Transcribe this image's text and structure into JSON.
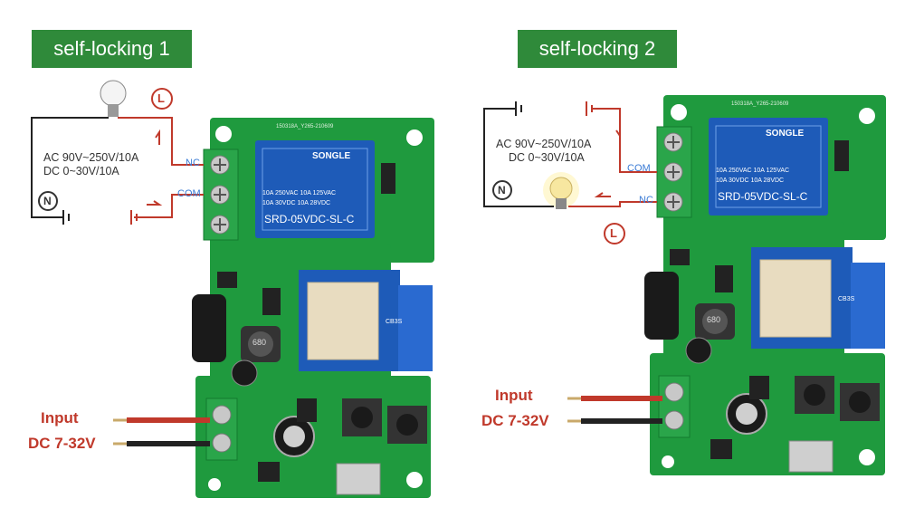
{
  "left": {
    "title": "self-locking 1",
    "ac_line1": "AC 90V~250V/10A",
    "ac_line2": "DC 0~30V/10A",
    "nc": "NC",
    "com": "COM",
    "l_symbol": "L",
    "n_symbol": "N",
    "input_label": "Input",
    "dc_label": "DC 7-32V",
    "relay_brand": "SONGLE",
    "relay_line1": "10A 250VAC  10A 125VAC",
    "relay_line2": "10A  30VDC  10A  28VDC",
    "relay_model": "SRD-05VDC-SL-C",
    "pcb_code": "150318A_Y265-210609",
    "inductor": "680",
    "module_label": "CB3S"
  },
  "right": {
    "title": "self-locking 2",
    "ac_line1": "AC 90V~250V/10A",
    "ac_line2": "DC 0~30V/10A",
    "com": "COM",
    "nc": "NC",
    "l_symbol": "L",
    "n_symbol": "N",
    "input_label": "Input",
    "dc_label": "DC 7-32V",
    "relay_brand": "SONGLE",
    "relay_line1": "10A 250VAC  10A 125VAC",
    "relay_line2": "10A  30VDC  10A  28VDC",
    "relay_model": "SRD-05VDC-SL-C",
    "pcb_code": "150318A_Y265-210609",
    "inductor": "680",
    "module_label": "CB3S"
  },
  "colors": {
    "badge": "#2f8a3a",
    "pcb": "#1f9a3e",
    "relay": "#1e5bb8",
    "wire_red": "#c0392b",
    "wire_black": "#222222"
  }
}
